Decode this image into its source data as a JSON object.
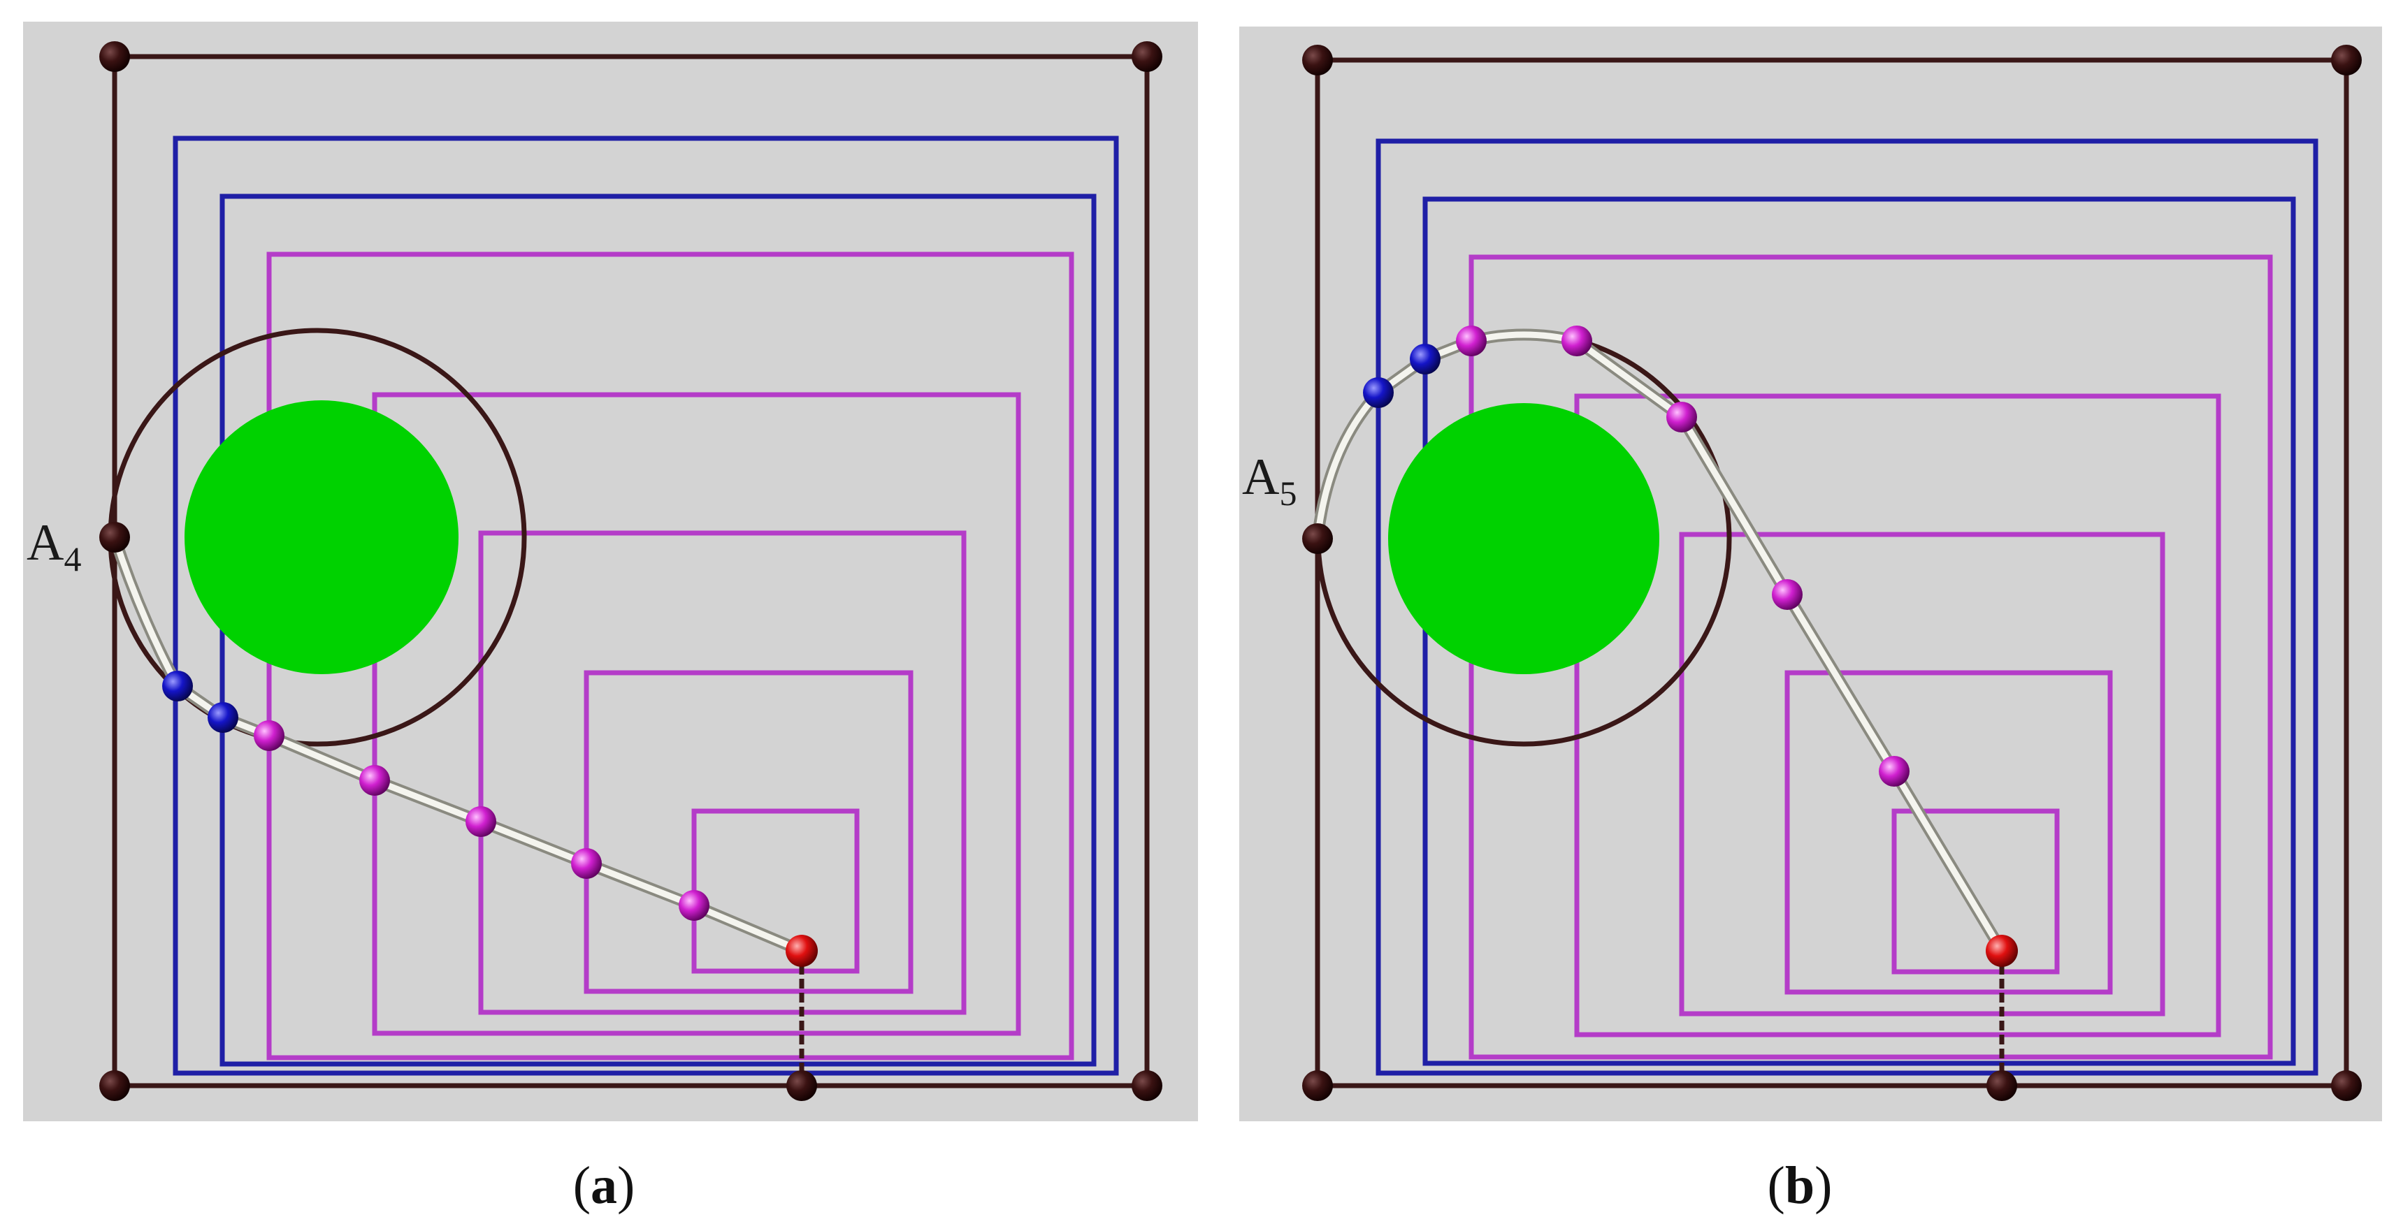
{
  "figure": {
    "colors": {
      "panel_background": "#d3d3d3",
      "frame": "#3a1717",
      "outer_rectangles": "#1f1fa6",
      "inner_rectangles": "#b43cc8",
      "obstacle_fill": "#00d200",
      "rope": "#f4f4ee",
      "node_blue": "#1515c8",
      "node_magenta": "#d020d0",
      "node_red": "#e01010",
      "node_corner": "#3a1212"
    },
    "panels": [
      {
        "id": "a",
        "point_label": {
          "base": "A",
          "sub": "4"
        },
        "caption": {
          "open": "(",
          "letter": "a",
          "close": ")"
        }
      },
      {
        "id": "b",
        "point_label": {
          "base": "A",
          "sub": "5"
        },
        "caption": {
          "open": "(",
          "letter": "b",
          "close": ")"
        }
      }
    ]
  }
}
